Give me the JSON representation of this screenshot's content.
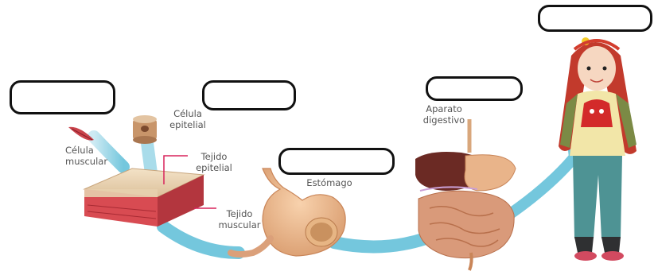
{
  "labels": {
    "celula_muscular": [
      "Célula",
      "muscular"
    ],
    "celula_epitelial": [
      "Célula",
      "epitelial"
    ],
    "tejido_epitelial": [
      "Tejido",
      "epitelial"
    ],
    "tejido_muscular": [
      "Tejido",
      "muscular"
    ],
    "estomago": "Estómago",
    "aparato_digestivo": [
      "Aparato",
      "digestivo"
    ]
  },
  "answer_boxes": [
    {
      "name": "answer-box-celula",
      "value": ""
    },
    {
      "name": "answer-box-tejido",
      "value": ""
    },
    {
      "name": "answer-box-organo",
      "value": ""
    },
    {
      "name": "answer-box-sistema",
      "value": ""
    },
    {
      "name": "answer-box-organismo",
      "value": ""
    }
  ],
  "colors": {
    "arrow": "#74c7dd",
    "arrow_light": "#bfe6f1",
    "pointer_line": "#d8245c",
    "box_border": "#111111",
    "muscle": "#c9434b",
    "stomach": "#e9b48a",
    "intestine": "#d99a7a",
    "liver": "#6b2a24"
  }
}
